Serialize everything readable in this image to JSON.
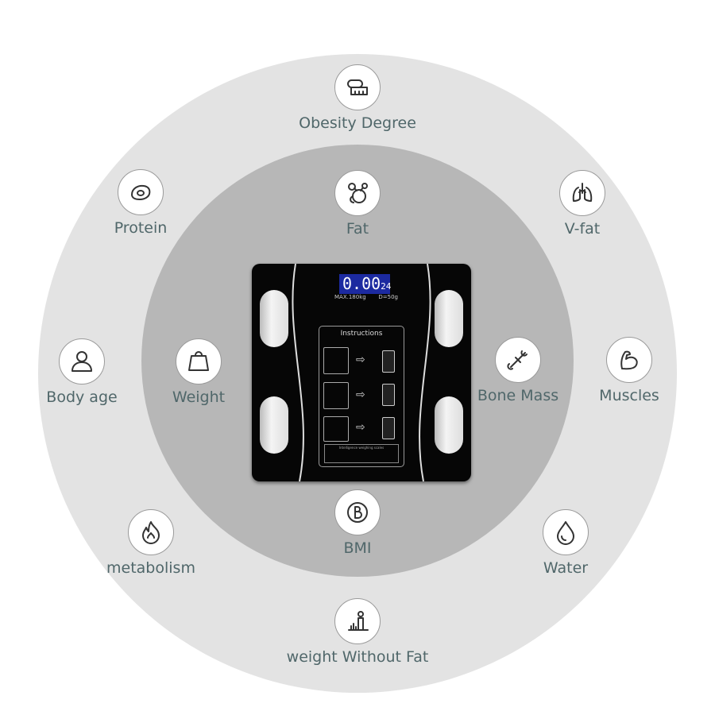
{
  "colors": {
    "outer_ring": "#e3e3e3",
    "inner_ring": "#b7b7b7",
    "label_text": "#50676a",
    "scale_body": "#060606",
    "lcd": "#1c2aa0"
  },
  "features": {
    "obesity": {
      "label": "Obesity Degree",
      "icon": "tape-measure-icon"
    },
    "fat": {
      "label": "Fat",
      "icon": "molecule-icon"
    },
    "protein": {
      "label": "Protein",
      "icon": "egg-icon"
    },
    "vfat": {
      "label": "V-fat",
      "icon": "lungs-icon"
    },
    "bodyage": {
      "label": "Body age",
      "icon": "person-icon"
    },
    "weight": {
      "label": "Weight",
      "icon": "weight-icon"
    },
    "bone": {
      "label": "Bone Mass",
      "icon": "bone-icon"
    },
    "muscles": {
      "label": "Muscles",
      "icon": "muscle-arm-icon"
    },
    "metabolism": {
      "label": "metabolism",
      "icon": "flame-icon"
    },
    "water": {
      "label": "Water",
      "icon": "water-drop-icon"
    },
    "bmi": {
      "label": "BMI",
      "icon": "bmi-icon"
    },
    "lean": {
      "label": "weight Without Fat",
      "icon": "body-chart-icon"
    }
  },
  "scale": {
    "reading": "0.00",
    "temp": "24",
    "max": "MAX.180kg",
    "division": "D=50g",
    "instructions_title": "Instructions",
    "table_title": "Intelligence weighing scales"
  }
}
